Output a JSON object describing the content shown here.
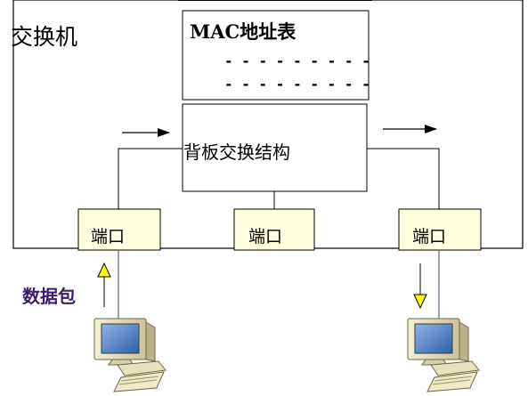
{
  "switch": {
    "label": "交换机"
  },
  "mac_table": {
    "title": "MAC地址表",
    "rows": [
      "- - - - - - - - -",
      "- - - - - - - - -"
    ]
  },
  "backplane": {
    "label": "背板交换结构"
  },
  "ports": [
    {
      "label": "端口"
    },
    {
      "label": "端口"
    },
    {
      "label": "端口"
    }
  ],
  "packet": {
    "label": "数据包",
    "color": "#3a1a6e"
  },
  "colors": {
    "port_fill": "#ffffe0",
    "arrow_yellow": "#ffff00",
    "line": "#000000",
    "cable": "#6a5a8a"
  },
  "icons": {
    "left_computer": "desktop-computer-icon",
    "right_computer": "desktop-computer-icon"
  }
}
